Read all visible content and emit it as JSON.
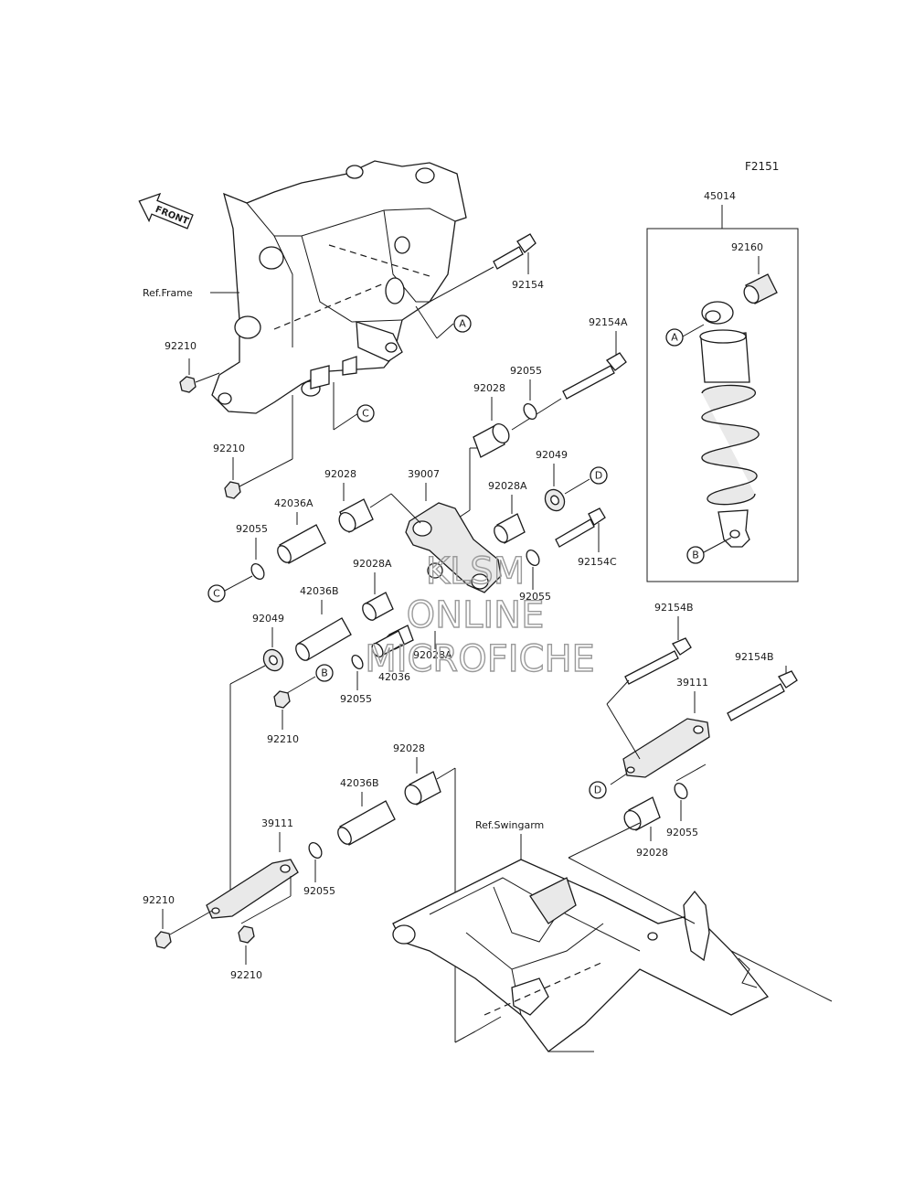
{
  "figure_code": "F2151",
  "front_arrow": "FRONT",
  "refs": {
    "frame": "Ref.Frame",
    "swingarm": "Ref.Swingarm"
  },
  "callouts": {
    "A": "A",
    "B": "B",
    "C": "C",
    "D": "D"
  },
  "parts": {
    "p45014": "45014",
    "p92160": "92160",
    "p92154": "92154",
    "p92154A": "92154A",
    "p92055_a": "92055",
    "p92028_a": "92028",
    "p92049_a": "92049",
    "p92210_a": "92210",
    "p92210_b": "92210",
    "p92028_b": "92028",
    "p39007": "39007",
    "p92028A_a": "92028A",
    "p42036A": "42036A",
    "p92055_b": "92055",
    "p92154C": "92154C",
    "p92028A_b": "92028A",
    "p92055_c": "92055",
    "p42036B_a": "42036B",
    "p92049_b": "92049",
    "p92028A_c": "92028A",
    "p42036": "42036",
    "p92055_d": "92055",
    "p92210_c": "92210",
    "p92154B_a": "92154B",
    "p92154B_b": "92154B",
    "p39111_a": "39111",
    "p92028_c": "92028",
    "p42036B_b": "42036B",
    "p39111_b": "39111",
    "p92055_e": "92055",
    "p92028_d": "92028",
    "p92055_f": "92055",
    "p92210_d": "92210",
    "p92210_e": "92210"
  },
  "watermark": {
    "line1": "KLSM",
    "line2": "ONLINE",
    "line3": "MICROFICHE"
  }
}
